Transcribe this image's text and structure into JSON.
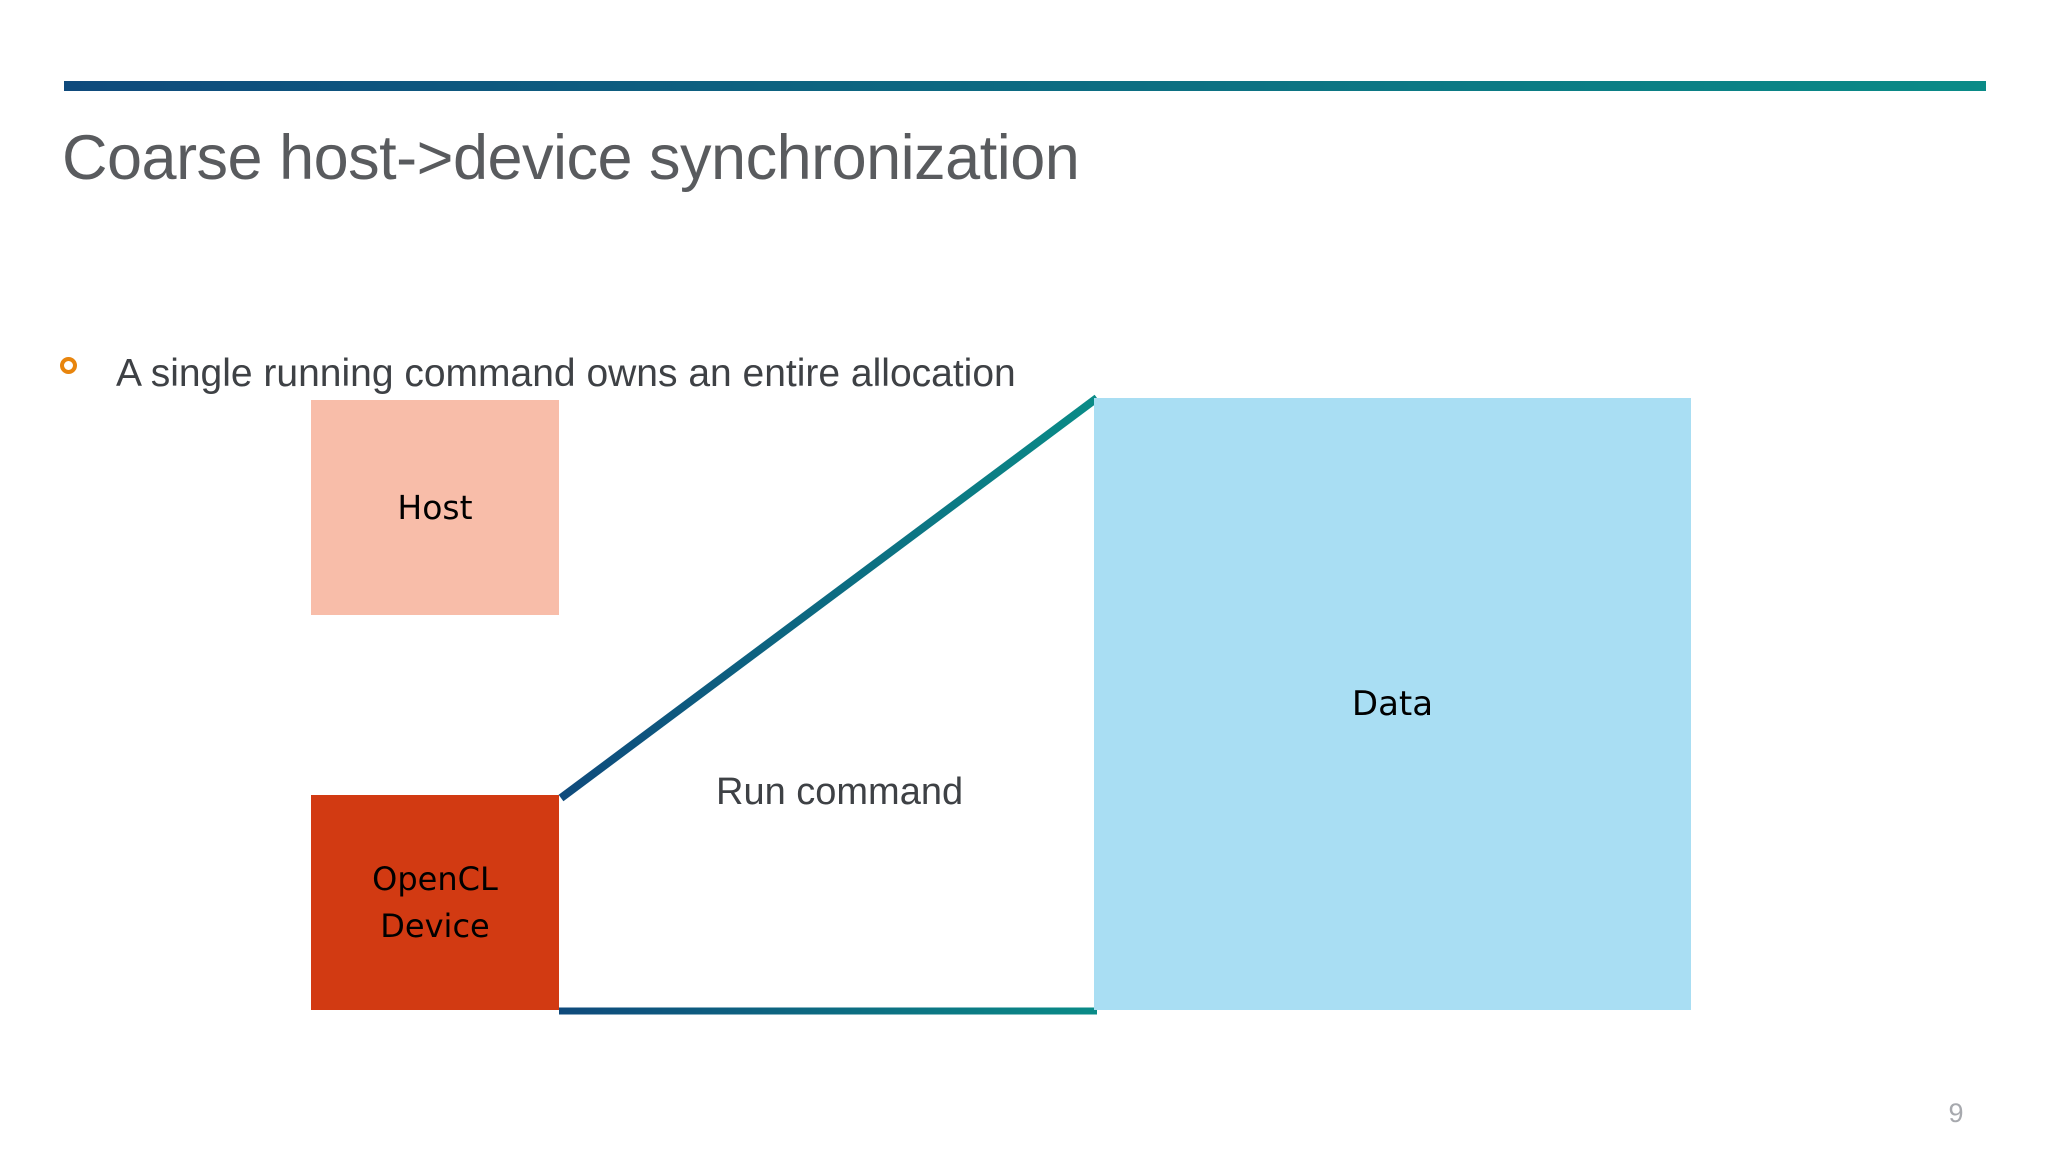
{
  "slide": {
    "title": "Coarse host->device synchronization",
    "bullet": "A single running command owns an entire allocation",
    "page_number": "9"
  },
  "diagram": {
    "host_label": "Host",
    "device_label": "OpenCL Device",
    "data_label": "Data",
    "run_command_label": "Run command"
  },
  "colors": {
    "navy": "#0F4A7C",
    "teal": "#0A8B87",
    "host_fill": "#F8BDA9",
    "device_fill": "#D23A12",
    "data_fill": "#A9DEF3",
    "bullet_marker_orange": "#E8850D",
    "title_text": "#595B5E",
    "body_text": "#3E4145",
    "box_label_text": "#000000",
    "page_number_text": "#A7A9AE"
  }
}
